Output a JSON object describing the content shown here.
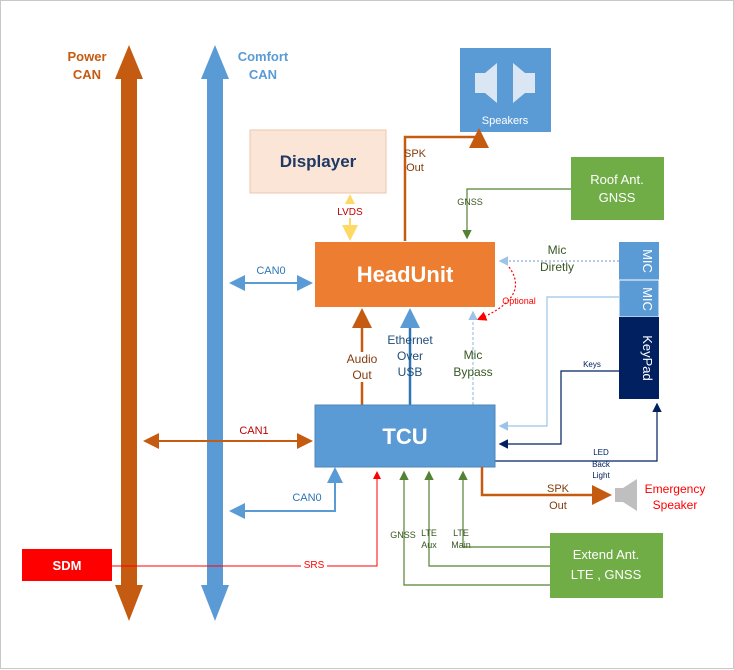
{
  "buses": {
    "power_can": [
      "Power",
      "CAN"
    ],
    "comfort_can": [
      "Comfort",
      "CAN"
    ]
  },
  "blocks": {
    "speakers": "Speakers",
    "displayer": "Displayer",
    "roof_ant": [
      "Roof Ant.",
      "GNSS"
    ],
    "headunit": "HeadUnit",
    "tcu": "TCU",
    "mic1": "MIC",
    "mic2": "MIC",
    "keypad": "KeyPad",
    "sdm": "SDM",
    "extend_ant": [
      "Extend Ant.",
      "LTE , GNSS"
    ],
    "emergency_speaker": [
      "Emergency",
      "Speaker"
    ]
  },
  "labels": {
    "spk_out_top": [
      "SPK",
      "Out"
    ],
    "gnss_top": "GNSS",
    "lvds": "LVDS",
    "can0_top": "CAN0",
    "mic_directly": [
      "Mic",
      "Diretly"
    ],
    "optional": "Optional",
    "ethernet_over_usb": [
      "Ethernet",
      "Over",
      "USB"
    ],
    "audio_out": [
      "Audio",
      "Out"
    ],
    "mic_bypass": [
      "Mic",
      "Bypass"
    ],
    "keys": "Keys",
    "can1": "CAN1",
    "led_back_light": [
      "LED",
      "Back",
      "Light"
    ],
    "can0_bottom": "CAN0",
    "spk_out_bottom": [
      "SPK",
      "Out"
    ],
    "gnss_bottom": "GNSS",
    "lte_aux": [
      "LTE",
      "Aux"
    ],
    "lte_main": [
      "LTE",
      "Main"
    ],
    "srs": "SRS"
  },
  "colors": {
    "orange": "#c55a11",
    "light_blue": "#5b9bd5",
    "headunit_fill": "#ed7d31",
    "tcu_fill": "#5b9bd5",
    "green_fill": "#70ad47",
    "green_line": "#548235",
    "navy": "#002060",
    "red": "#ff0000",
    "displayer_fill": "#fbe5d6",
    "displayer_text": "#1f3864",
    "lvds_text": "#c00000",
    "optional_red": "#ff0000",
    "sdm_fill": "#ff0000"
  }
}
